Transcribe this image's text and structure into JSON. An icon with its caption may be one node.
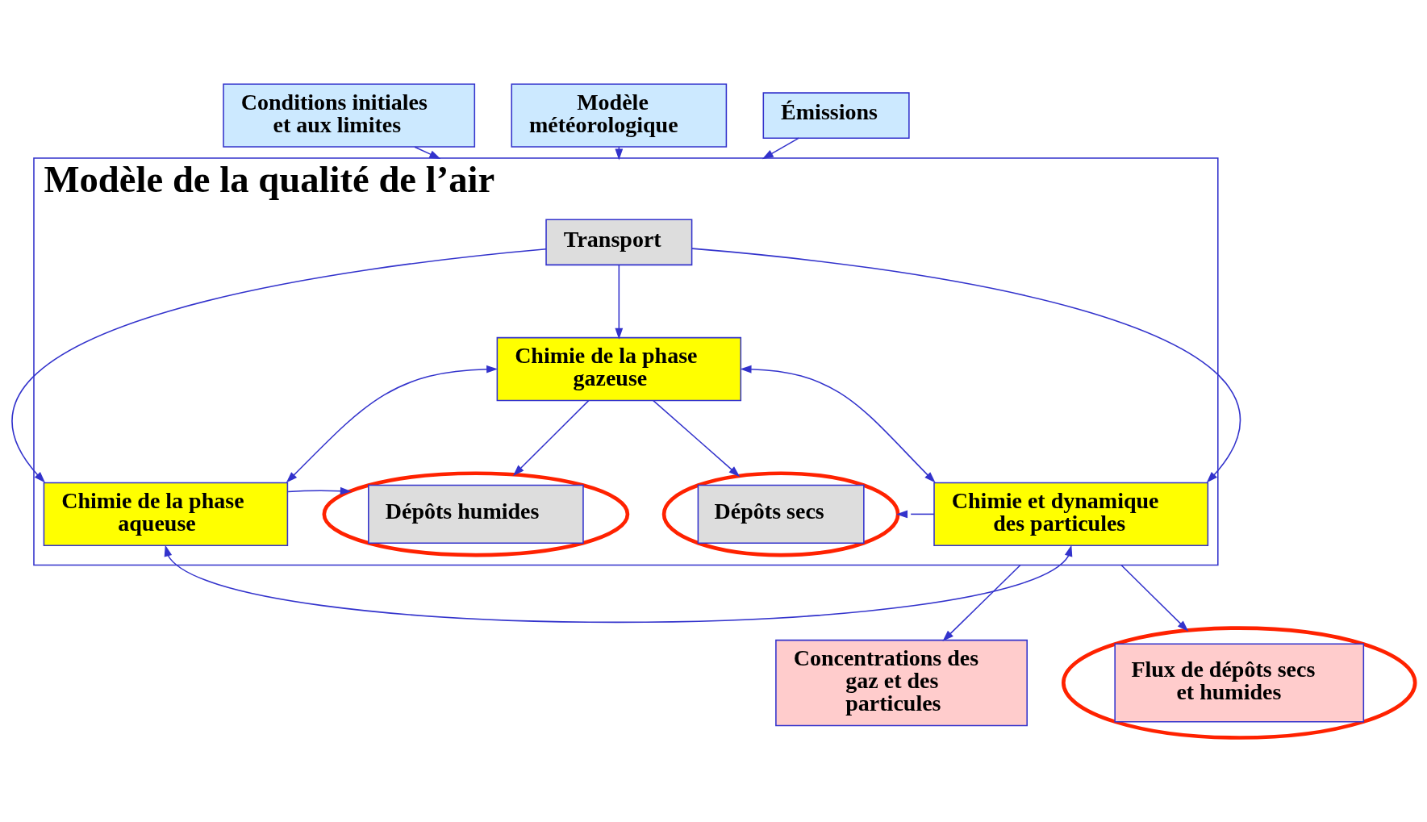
{
  "diagram": {
    "nodes": [
      {
        "text": [
          "Conditions initiales et aux limites"
        ]
      },
      {
        "text": [
          "Modèle météorologique"
        ]
      },
      {
        "text": [
          "Émissions"
        ]
      },
      {
        "text": [
          "Modèle de la qualité de l’air"
        ]
      },
      {
        "text": [
          "Transport"
        ],
        "in": 3
      },
      {
        "text": [
          "Chimie de la phase gazeuse"
        ],
        "in": 3
      },
      {
        "text": [
          "Chimie de la phase aqueuse"
        ],
        "in": 3
      },
      {
        "text": [
          "Dépôts humides"
        ],
        "in": 3
      },
      {
        "text": [
          "Dépôts secs"
        ],
        "in": 3
      },
      {
        "text": [
          "Chimie et dynamique des particules"
        ],
        "in": 3
      },
      {
        "text": [
          "Concentrations des gaz et des particules"
        ]
      },
      {
        "text": [
          "Flux de dépôts secs et humides"
        ]
      }
    ],
    "edges": [
      {
        "from": 0,
        "to": 3,
        "arrow": "to"
      },
      {
        "from": 1,
        "to": 3,
        "arrow": "to"
      },
      {
        "from": 2,
        "to": 3,
        "arrow": "to"
      },
      {
        "from": 4,
        "to": 5,
        "arrow": "to"
      },
      {
        "from": 4,
        "to": 6,
        "arrow": "to"
      },
      {
        "from": 4,
        "to": 9,
        "arrow": "to"
      },
      {
        "from": 5,
        "to": 6,
        "arrow": "both"
      },
      {
        "from": 5,
        "to": 9,
        "arrow": "both"
      },
      {
        "from": 5,
        "to": 7,
        "arrow": "to"
      },
      {
        "from": 5,
        "to": 8,
        "arrow": "to"
      },
      {
        "from": 6,
        "to": 7,
        "arrow": "to"
      },
      {
        "from": 9,
        "to": 8,
        "arrow": "to"
      },
      {
        "from": 6,
        "to": 9,
        "arrow": "both"
      },
      {
        "from": 3,
        "to": 10,
        "arrow": "to"
      },
      {
        "from": 3,
        "to": 11,
        "arrow": "to"
      }
    ]
  }
}
